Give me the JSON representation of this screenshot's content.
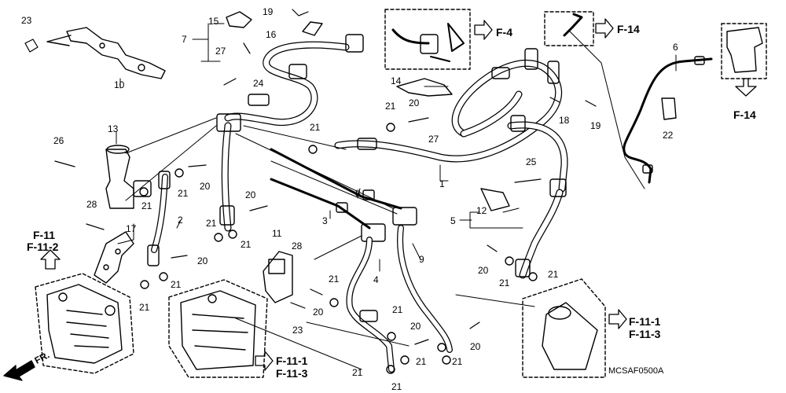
{
  "callouts": {
    "p1": "1",
    "p2": "2",
    "p3": "3",
    "p4": "4",
    "p5": "5",
    "p6": "6",
    "p7": "7",
    "p8": "8",
    "p9": "9",
    "p10": "10",
    "p11": "11",
    "p12": "12",
    "p13": "13",
    "p14": "14",
    "p15": "15",
    "p16": "16",
    "p17": "17",
    "p18": "18",
    "p19": "19",
    "p20": "20",
    "p21": "21",
    "p22": "22",
    "p23": "23",
    "p24": "24",
    "p25": "25",
    "p26": "26",
    "p27": "27",
    "p28": "28"
  },
  "refs": {
    "f4": "F-4",
    "f14_top": "F-14",
    "f14_right": "F-14",
    "f11": "F-11",
    "f11_2": "F-11-2",
    "f11_1_bottom": "F-11-1",
    "f11_3_bottom": "F-11-3",
    "f11_1_right": "F-11-1",
    "f11_3_right": "F-11-3",
    "front": "FR."
  },
  "diagram_code": "MCSAF0500A",
  "colors": {
    "ink": "#000000",
    "paper": "#ffffff"
  }
}
